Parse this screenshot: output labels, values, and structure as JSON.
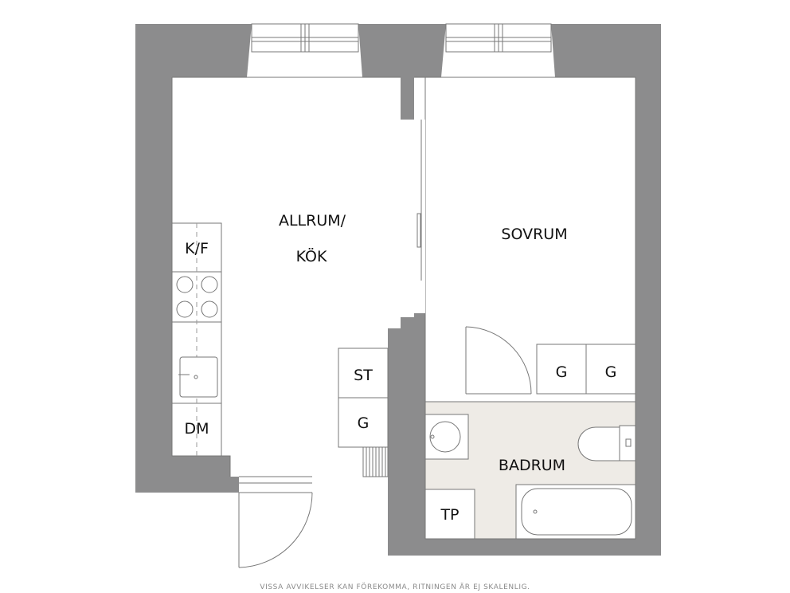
{
  "rooms": {
    "living_kitchen_line1": "ALLRUM/",
    "living_kitchen_line2": "KÖK",
    "bedroom": "SOVRUM",
    "bathroom": "BADRUM"
  },
  "fixtures": {
    "fridge_freezer": "K/F",
    "dishwasher": "DM",
    "storage": "ST",
    "wardrobe_hall": "G",
    "wardrobe_bedroom_1": "G",
    "wardrobe_bedroom_2": "G",
    "washer": "TP"
  },
  "disclaimer": "VISSA AVVIKELSER KAN FÖREKOMMA, RITNINGEN ÄR EJ SKALENLIG.",
  "colors": {
    "wall": "#8c8c8d",
    "bathroom_floor": "#eeebe6",
    "line": "#777777",
    "text": "#111111"
  }
}
